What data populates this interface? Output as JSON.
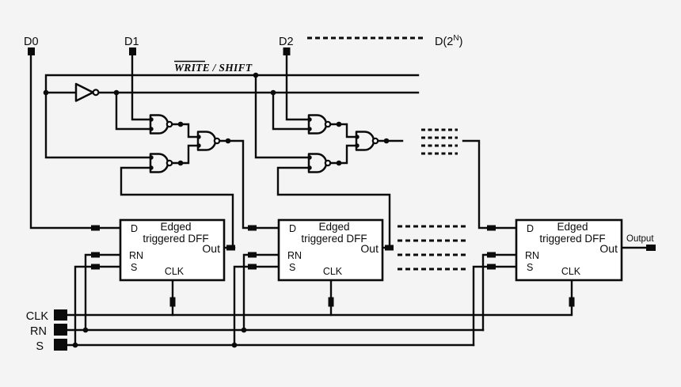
{
  "colors": {
    "background": "#f4f4f5",
    "line": "#0b0b0b",
    "block_fill": "#ffffff"
  },
  "signals": {
    "d0": "D0",
    "d1": "D1",
    "d2": "D2",
    "dn_prefix": "D(2",
    "dn_sup": "N",
    "dn_suffix": ")",
    "write_shift": "WRITE / SHIFT",
    "clk": "CLK",
    "rn": "RN",
    "s": "S",
    "output": "Output"
  },
  "dff_block": {
    "title_line1": "Edged",
    "title_line2": "triggered DFF",
    "port_d": "D",
    "port_rn": "RN",
    "port_s": "S",
    "port_out": "Out",
    "port_clk": "CLK"
  }
}
